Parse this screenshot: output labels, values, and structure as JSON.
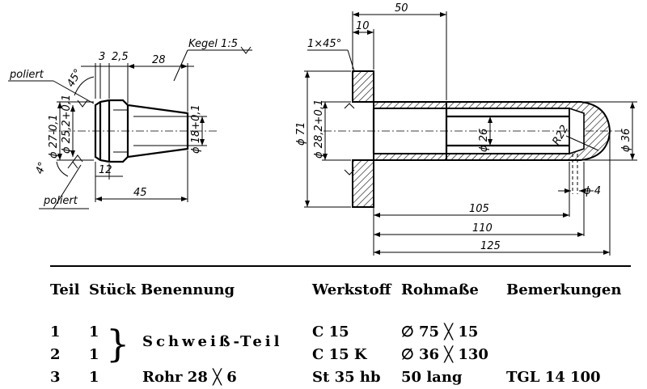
{
  "drawing": {
    "left_view": {
      "cone_label": "Kegel 1:5",
      "polish_top": "poliert",
      "polish_bottom": "poliert",
      "dims": {
        "d3": "3",
        "d2_5": "2,5",
        "d28": "28",
        "angle45": "45°",
        "diam27": "ϕ 27-0,1",
        "diam25": "ϕ 25,2+0,1",
        "diam18": "ϕ 18+0,1",
        "angle4": "4°",
        "d12": "12",
        "d45": "45"
      }
    },
    "right_view": {
      "dims": {
        "d50": "50",
        "d10": "10",
        "chamfer": "1×45°",
        "diam71": "ϕ 71",
        "diam28_2": "ϕ 28,2+0,1",
        "diam26": "ϕ 26",
        "r22": "R22",
        "diam36": "ϕ 36",
        "diam4": "ϕ 4",
        "d105": "105",
        "d110": "110",
        "d125": "125"
      }
    }
  },
  "parts_list": {
    "headers": {
      "teil": "Teil",
      "stueck": "Stück",
      "benennung": "Benennung",
      "werkstoff": "Werkstoff",
      "rohmasse": "Rohmaße",
      "bemerkungen": "Bemerkungen"
    },
    "rows": [
      {
        "teil": "1",
        "stueck": "1",
        "benennung": "Schweiß-Teil",
        "werkstoff": "C 15",
        "rohmasse": "∅ 75 ╳ 15",
        "bemerkungen": ""
      },
      {
        "teil": "2",
        "stueck": "1",
        "benennung": "",
        "werkstoff": "C 15 K",
        "rohmasse": "∅ 36 ╳ 130",
        "bemerkungen": ""
      },
      {
        "teil": "3",
        "stueck": "1",
        "benennung": "Rohr 28 ╳ 6",
        "werkstoff": "St 35 hb",
        "rohmasse": "50 lang",
        "bemerkungen": "TGL 14 100"
      }
    ]
  }
}
